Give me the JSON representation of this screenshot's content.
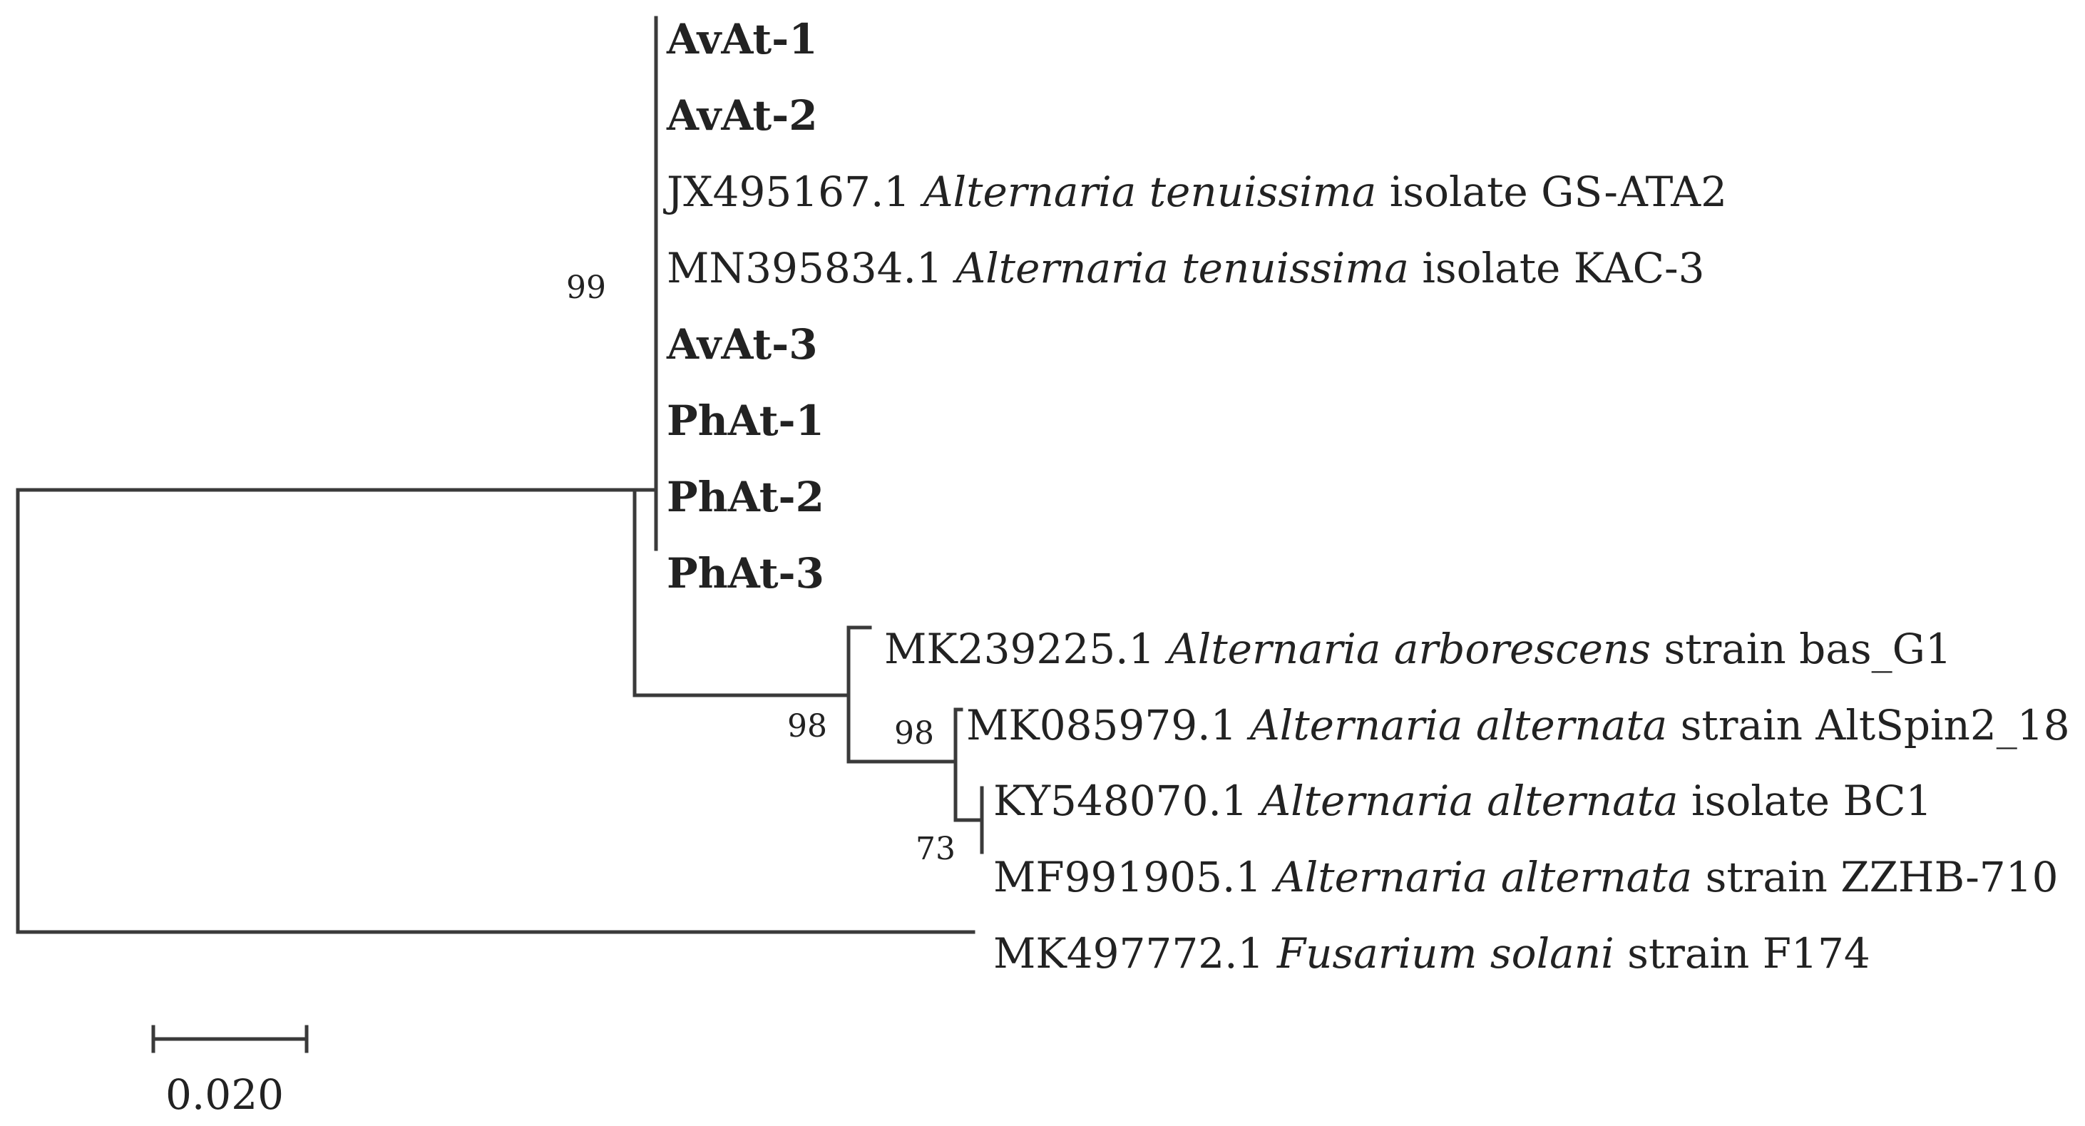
{
  "tree": {
    "leaves": [
      {
        "accession": "",
        "species": "",
        "suffix": "AvAt-1",
        "bold": true
      },
      {
        "accession": "",
        "species": "",
        "suffix": "AvAt-2",
        "bold": true
      },
      {
        "accession": "JX495167.1",
        "species": "Alternaria tenuissima",
        "suffix": "isolate GS-ATA2",
        "bold": false
      },
      {
        "accession": "MN395834.1",
        "species": "Alternaria tenuissima",
        "suffix": "isolate KAC-3",
        "bold": false
      },
      {
        "accession": "",
        "species": "",
        "suffix": "AvAt-3",
        "bold": true
      },
      {
        "accession": "",
        "species": "",
        "suffix": "PhAt-1",
        "bold": true
      },
      {
        "accession": "",
        "species": "",
        "suffix": "PhAt-2",
        "bold": true
      },
      {
        "accession": "",
        "species": "",
        "suffix": "PhAt-3",
        "bold": true
      },
      {
        "accession": "MK239225.1",
        "species": "Alternaria arborescens",
        "suffix": "strain bas_G1",
        "bold": false
      },
      {
        "accession": "MK085979.1",
        "species": "Alternaria alternata",
        "suffix": "strain AltSpin2_18",
        "bold": false
      },
      {
        "accession": "KY548070.1",
        "species": "Alternaria alternata",
        "suffix": "isolate BC1",
        "bold": false
      },
      {
        "accession": "MF991905.1",
        "species": "Alternaria alternata",
        "suffix": "strain ZZHB-710",
        "bold": false
      },
      {
        "accession": "MK497772.1",
        "species": "Fusarium solani",
        "suffix": "strain F174",
        "bold": false
      }
    ],
    "bootstrap": [
      "99",
      "98",
      "98",
      "73"
    ],
    "scale_bar": {
      "label": "0.020",
      "length": 0.02
    }
  }
}
